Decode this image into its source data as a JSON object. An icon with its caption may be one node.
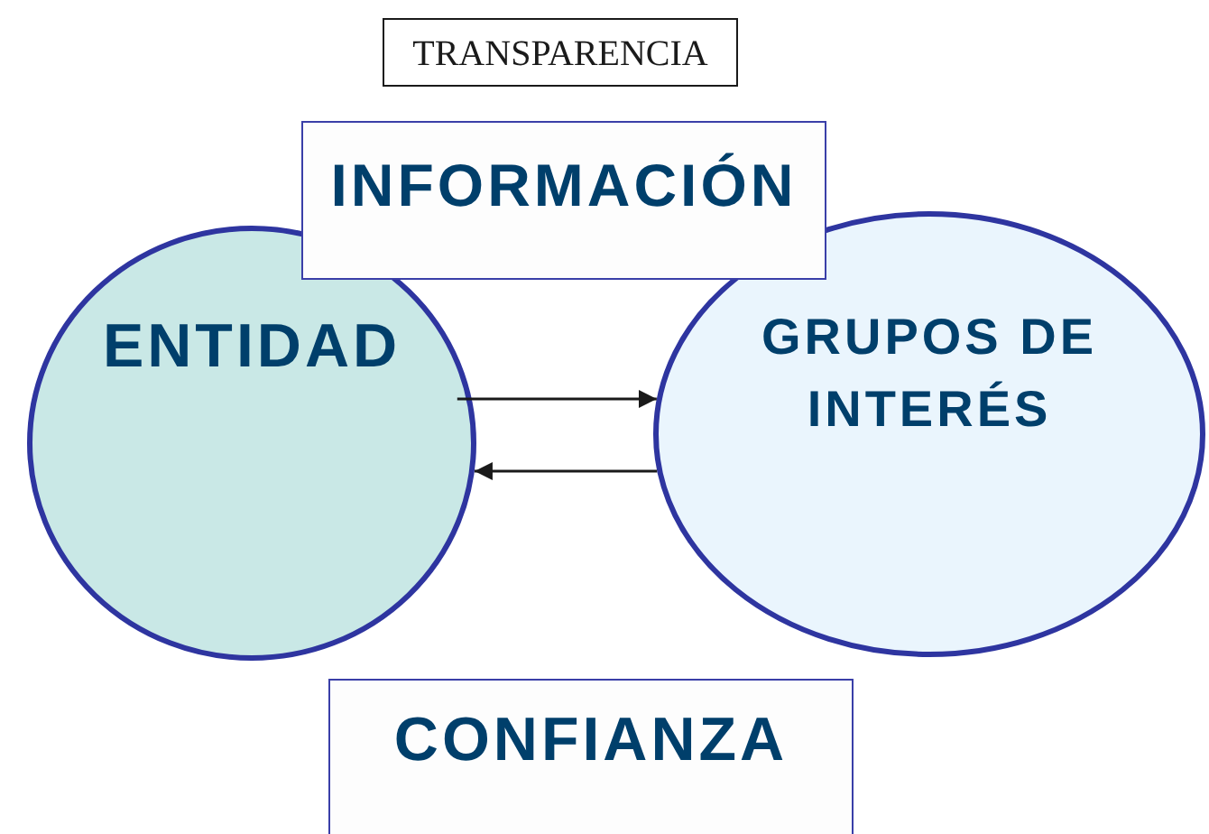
{
  "diagram": {
    "nodes": [
      {
        "text": [
          "TRANSPARENCIA"
        ]
      },
      {
        "text": [
          "INFORMACIÓN"
        ]
      },
      {
        "text": [
          "ENTIDAD"
        ]
      },
      {
        "text": [
          "GRUPOS DE INTERÉS"
        ]
      },
      {
        "text": [
          "CONFIANZA"
        ]
      }
    ],
    "edges": [
      {
        "from": 2,
        "to": 3,
        "arrow": "to"
      },
      {
        "from": 3,
        "to": 2,
        "arrow": "to"
      }
    ]
  }
}
